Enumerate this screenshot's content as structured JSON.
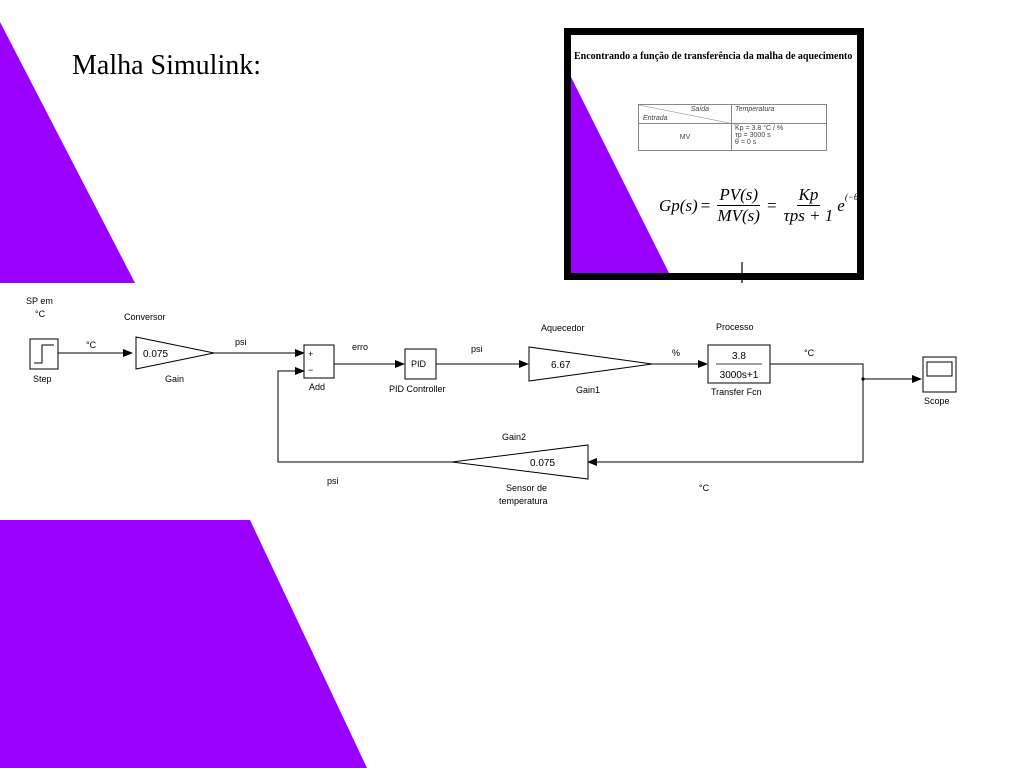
{
  "slide": {
    "title": "Malha Simulink:"
  },
  "colors": {
    "accent": "#9900ff",
    "wire": "#000000"
  },
  "inset": {
    "heading": "Encontrando a função de transferência da malha de aquecimento",
    "table": {
      "header_out": "Saída",
      "header_in": "Entrada",
      "col_header": "Temperatura",
      "row_label": "MV",
      "cell_lines": [
        "Kp = 3.8 °C / %",
        "τp = 3000 s",
        "θ = 0 s"
      ]
    },
    "formula": {
      "lhs": "Gp(s)",
      "frac1_num": "PV(s)",
      "frac1_den": "MV(s)",
      "frac2_num": "Kp",
      "frac2_den": "τps + 1",
      "exp_base": "e",
      "exp_power": "(−θs)"
    }
  },
  "diagram": {
    "step": {
      "label_top": "SP em\n°C",
      "name": "Step"
    },
    "gain": {
      "value": "0.075",
      "above": "Conversor",
      "name": "Gain"
    },
    "add": {
      "plus": "+",
      "minus": "−",
      "name": "Add"
    },
    "pid": {
      "label": "PID",
      "name": "PID Controller"
    },
    "gain1": {
      "value": "6.67",
      "above": "Aquecedor",
      "name": "Gain1"
    },
    "tf": {
      "num": "3.8",
      "den": "3000s+1",
      "above": "Processo",
      "name": "Transfer Fcn"
    },
    "scope": {
      "name": "Scope"
    },
    "gain2": {
      "value": "0.075",
      "above": "Gain2",
      "name": "Sensor de\ntemperatura"
    },
    "signals": {
      "step_out": "°C",
      "gain_out": "psi",
      "add_out": "erro",
      "pid_out": "psi",
      "gain1_out": "%",
      "tf_out": "°C",
      "feedback_tf": "°C",
      "feedback_psi": "psi"
    }
  }
}
